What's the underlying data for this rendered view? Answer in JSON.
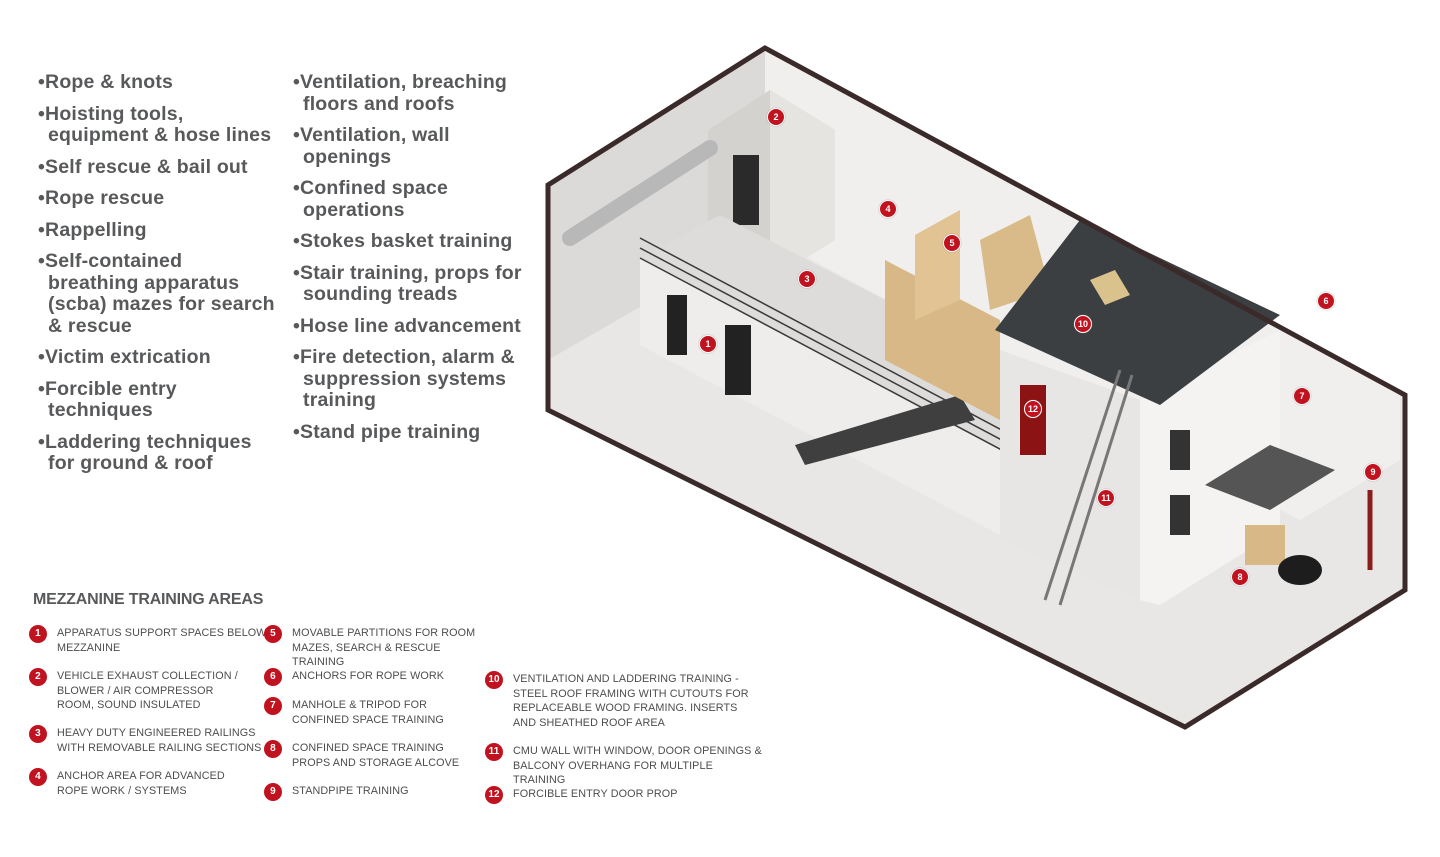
{
  "bullets_left": [
    "Rope & knots",
    "Hoisting tools, equipment & hose lines",
    "Self rescue & bail out",
    "Rope rescue",
    "Rappelling",
    "Self-contained breathing apparatus (scba) mazes for search & rescue",
    "Victim extrication",
    "Forcible entry techniques",
    "Laddering techniques for ground & roof"
  ],
  "bullets_right": [
    "Ventilation, breaching floors and roofs",
    "Ventilation, wall openings",
    "Confined space operations",
    "Stokes basket training",
    "Stair training, props for sounding treads",
    "Hose line advancement",
    "Fire detection, alarm & suppression systems training",
    "Stand pipe training"
  ],
  "legend": {
    "title": "MEZZANINE TRAINING AREAS",
    "items": [
      {
        "num": "1",
        "text": "APPARATUS SUPPORT SPACES BELOW MEZZANINE"
      },
      {
        "num": "2",
        "text": "VEHICLE EXHAUST COLLECTION / BLOWER / AIR COMPRESSOR ROOM, SOUND INSULATED"
      },
      {
        "num": "3",
        "text": "HEAVY DUTY ENGINEERED RAILINGS WITH REMOVABLE RAILING SECTIONS"
      },
      {
        "num": "4",
        "text": "ANCHOR AREA FOR ADVANCED ROPE WORK / SYSTEMS"
      },
      {
        "num": "5",
        "text": "MOVABLE PARTITIONS FOR ROOM MAZES, SEARCH & RESCUE TRAINING"
      },
      {
        "num": "6",
        "text": "ANCHORS FOR ROPE WORK"
      },
      {
        "num": "7",
        "text": "MANHOLE & TRIPOD FOR CONFINED SPACE TRAINING"
      },
      {
        "num": "8",
        "text": "CONFINED SPACE TRAINING PROPS AND STORAGE ALCOVE"
      },
      {
        "num": "9",
        "text": "STANDPIPE TRAINING"
      },
      {
        "num": "10",
        "text": "VENTILATION AND LADDERING TRAINING - STEEL ROOF FRAMING WITH CUTOUTS FOR REPLACEABLE WOOD FRAMING. INSERTS AND SHEATHED ROOF AREA"
      },
      {
        "num": "11",
        "text": "CMU WALL WITH WINDOW, DOOR OPENINGS & BALCONY OVERHANG FOR MULTIPLE TRAINING"
      },
      {
        "num": "12",
        "text": "FORCIBLE ENTRY DOOR PROP"
      }
    ]
  },
  "colors": {
    "marker": "#c1121f",
    "text": "#58595b"
  }
}
